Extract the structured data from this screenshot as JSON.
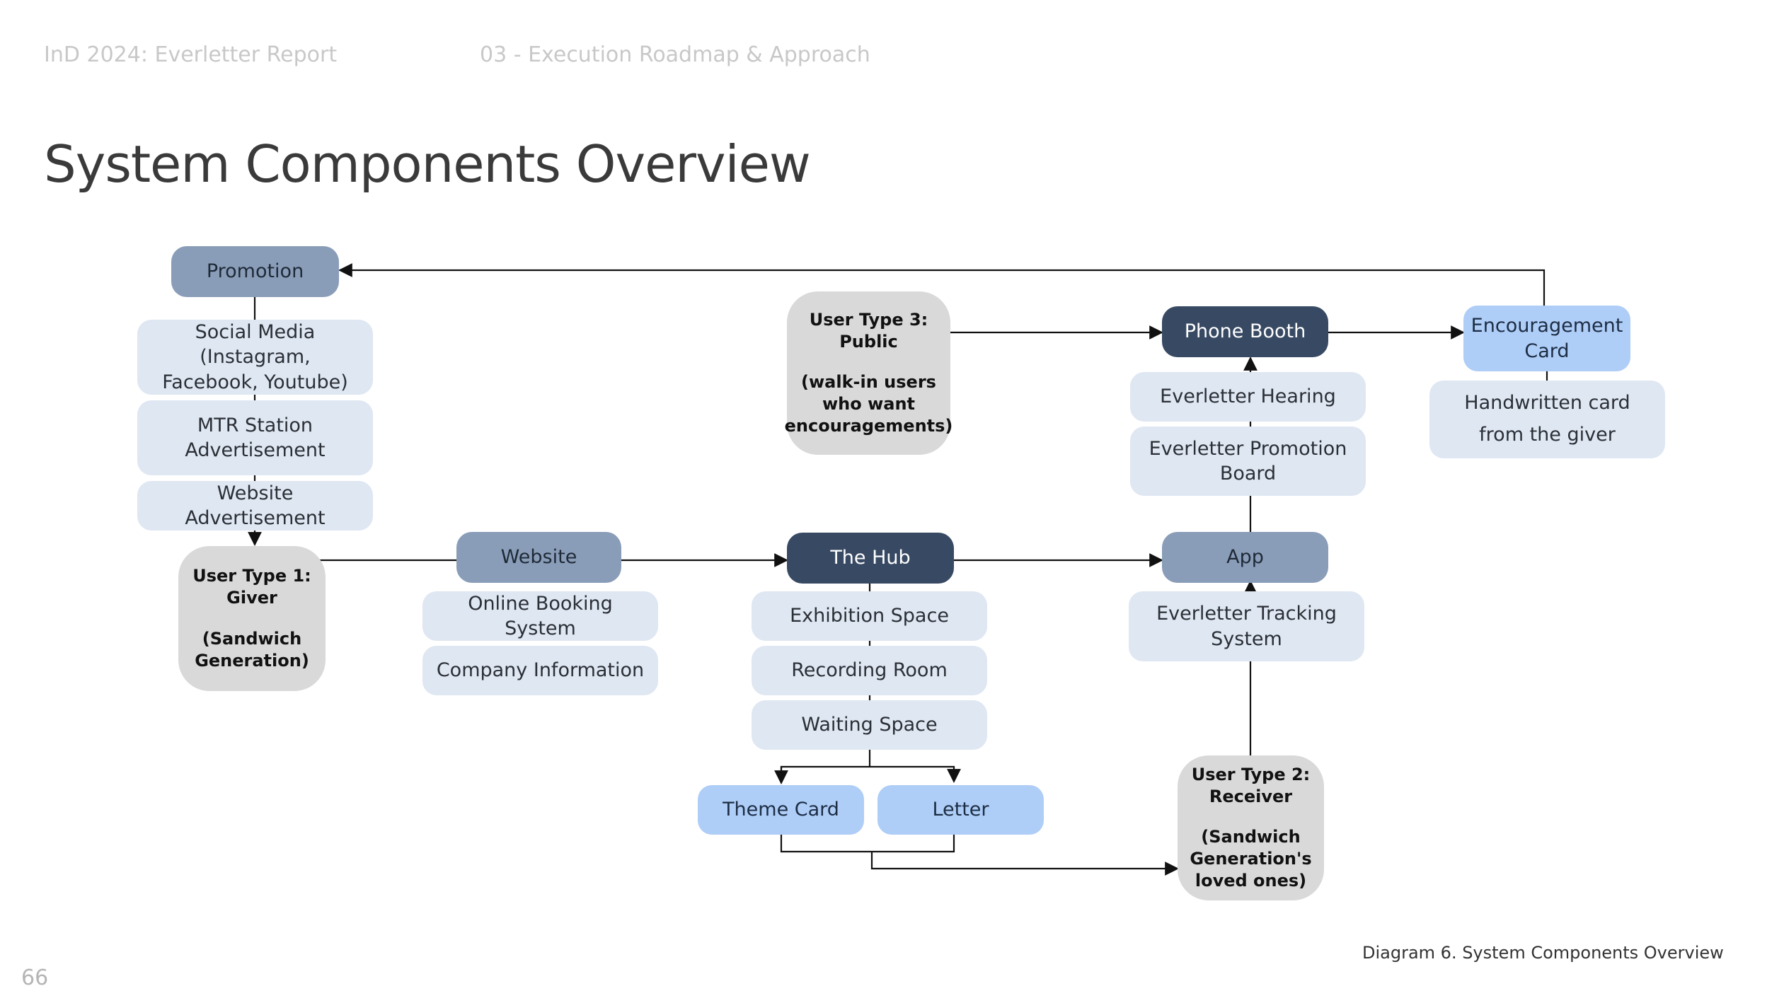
{
  "header": {
    "doc_title": "InD 2024: Everletter Report",
    "section": "03 - Execution Roadmap & Approach"
  },
  "page_title": "System Components Overview",
  "nodes": {
    "promotion": "Promotion",
    "social_media": "Social Media (Instagram,\nFacebook, Youtube)",
    "mtr": "MTR Station\nAdvertisement",
    "website_ad": "Website Advertisement",
    "user1_head": "User Type 1:\nGiver",
    "user1_desc": "(Sandwich\nGeneration)",
    "website": "Website",
    "booking": "Online Booking System",
    "company": "Company Information",
    "user3_head": "User Type 3:\nPublic",
    "user3_desc": "(walk-in users\nwho want\nencouragements)",
    "hub": "The Hub",
    "exhibition": "Exhibition Space",
    "recording": "Recording Room",
    "waiting": "Waiting Space",
    "theme_card": "Theme Card",
    "letter": "Letter",
    "phone_booth": "Phone Booth",
    "hearing": "Everletter Hearing",
    "promo_board": "Everletter Promotion\nBoard",
    "app": "App",
    "tracking": "Everletter Tracking\nSystem",
    "user2_head": "User Type 2:\nReceiver",
    "user2_desc": "(Sandwich\nGeneration's\nloved ones)",
    "encouragement": "Encouragement\nCard",
    "handwritten": "Handwritten card\nfrom the giver"
  },
  "caption": "Diagram 6. System Components Overview",
  "page_number": "66",
  "colors": {
    "main_node": "#8a9db8",
    "dark_node": "#384a63",
    "sub_node": "#dfe7f2",
    "highlight_node": "#aecdf7",
    "user_node": "#d9d9d9"
  }
}
